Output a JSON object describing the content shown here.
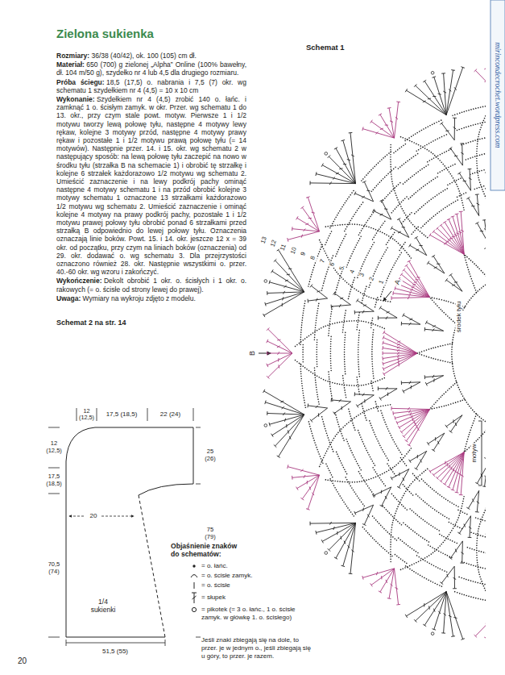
{
  "diagram": {
    "title": "Zielona sukienka",
    "labels": [
      "Rozmiary:",
      "36/38 (40/42), ok. 100 (105) cm dł.",
      "Materiał:",
      "650 (700) g zielonej „Alpha” Online (100% bawełny, dł. 104 m/50 g), szydełko nr 4 lub 4,5 dla drugiego rozmiaru.",
      "Próba ściegu:",
      "18,5 (17,5) o. nabrania i 7,5 (7) okr. wg schematu 1 szydełkiem nr 4 (4,5) = 10 x 10 cm",
      "Wykonanie:",
      "Szydełkiem nr 4 (4,5) zrobić 140 o. łańc. i zamknąć 1 o. ścisłym zamyk. w okr. Przer. wg schematu 1 do 13. okr., przy czym stale powt. motyw. Pierwsze 1 i 1/2 motywu tworzy lewą połowę tyłu, następne 4 motywy lewy rękaw, kolejne 3 motywy przód, następne 4 motywy prawy rękaw i pozostałe 1 i 1/2 motywu prawą połowę tyłu (= 14 motywów). Następnie przer. 14. i 15. okr. wg schematu 2 w następujący sposób: na lewą połowę tyłu zaczepić na nowo w środku tyłu (strzałka B na schemacie 1) i obrobić tę strzałkę i kolejne 6 strzałek każdorazowo 1/2 motywu wg schematu 2. Umieścić zaznaczenie i na lewy podkrój pachy ominąć następne 4 motywy schematu 1 i na przód obrobić kolejne 3 motywy schematu 1 oznaczone 13 strzałkami każdorazowo 1/2 motywu wg schematu 2. Umieścić zaznaczenie i ominąć kolejne 4 motywy na prawy podkrój pachy, pozostałe 1 i 1/2 motywu prawej połowy tyłu obrobić ponad 6 strzałkami przed strzałką B odpowiednio do lewej połowy tyłu. Oznaczenia oznaczają linie boków. Powt. 15. i 14. okr. jeszcze 12 x = 39 okr. od początku, przy czym na liniach boków (oznaczenia) od 29. okr. dodawać o. wg schematu 3. Dla przejrzystości oznaczono również 28. okr. Następnie wszystkimi o. przer. 40.-60 okr. wg wzoru i zakończyć.",
      "Wykończenie:",
      "Dekolt obrobić 1 okr. o. ścisłych i 1 okr. o. rakowych (= o. ścisłe od strony lewej do prawej).",
      "Uwaga:",
      "Wymiary na wykroju zdjęto z modelu.",
      "Schemat 2 na str. 14",
      "Schemat 1",
      "1",
      "2",
      "3",
      "4",
      "5",
      "6",
      "7",
      "8",
      "9",
      "10",
      "11",
      "12",
      "13",
      "A",
      "B",
      "środek tyłu",
      "motyw",
      "mirincondecrochet.wordpress.com",
      "12 (12,5)",
      "17,5 (18,5)",
      "22 (24)",
      "12 (12,5)",
      "17,5 (18,5)",
      "25 (26)",
      "20",
      "75 (79)",
      "70,5 (74)",
      "1/4 sukienki",
      "51,5 (55)",
      "Objaśnienie znaków do schematów:",
      "Jeśli znaki zbiegają się na dole, to przer. je w jednym o., jeśli zbiegają się u góry, to przer. je razem.",
      "20"
    ],
    "legend": [
      {
        "text": "= o. łańc."
      },
      {
        "text": "= o. ścisłe zamyk."
      },
      {
        "text": "= o. ścisłe"
      },
      {
        "text": "= słupek"
      },
      {
        "text": "= pikotek (= 3 o. łańc., 1 o. ścisłe zamyk. w główkę 1. o. ścisłego)"
      }
    ]
  }
}
